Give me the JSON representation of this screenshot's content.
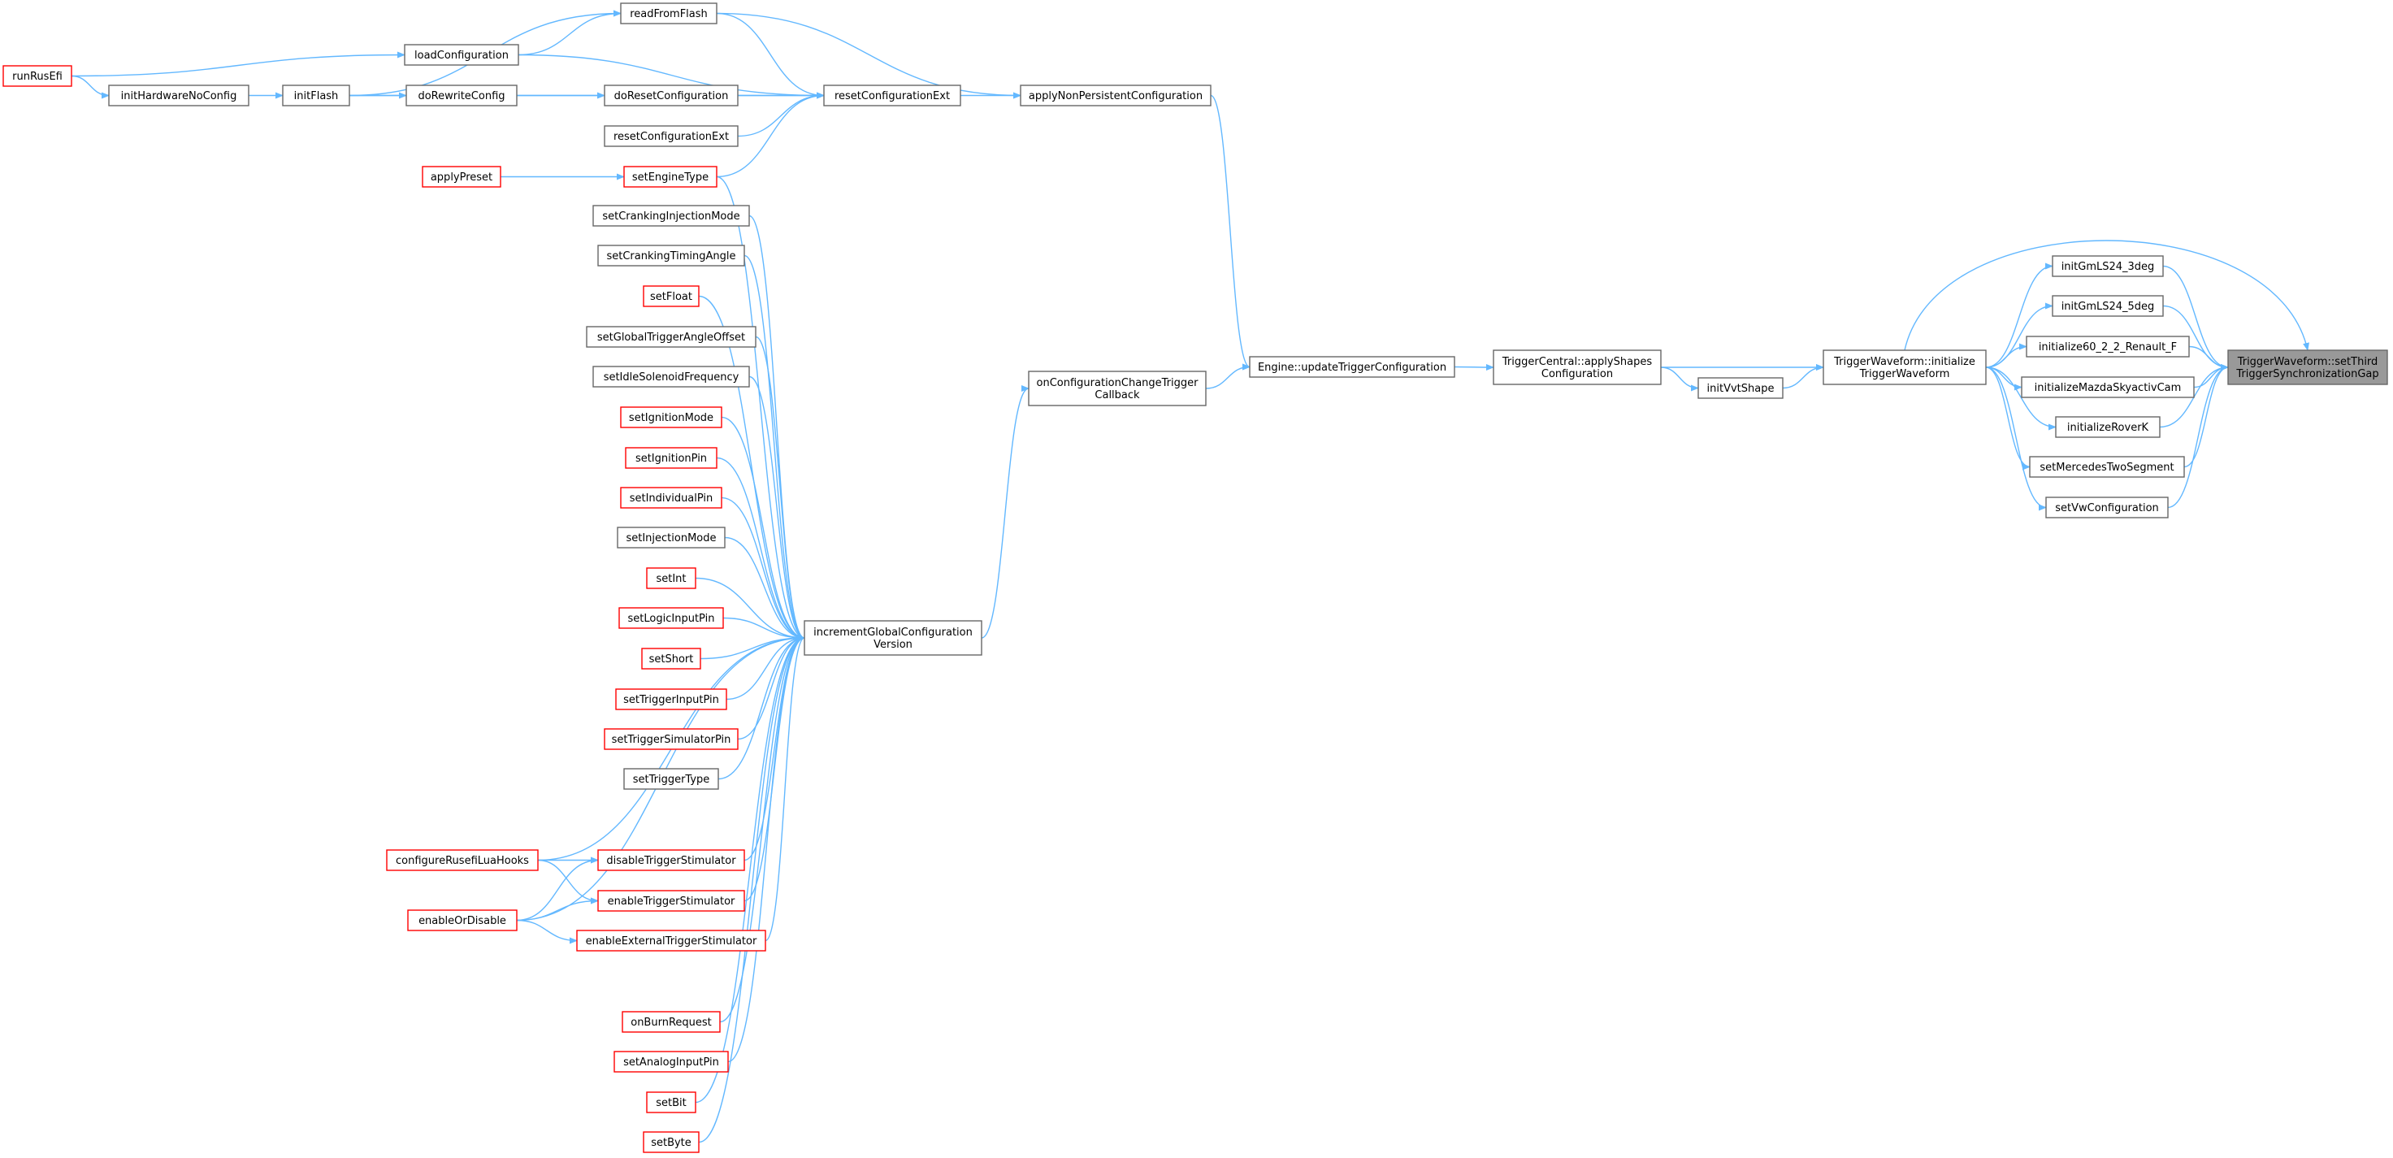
{
  "colors": {
    "edge": "#63b8ff",
    "node_border_normal": "#666666",
    "node_border_truncated": "#ff0000",
    "node_fill_normal": "#ffffff",
    "node_fill_root": "#999999",
    "text": "#000000"
  },
  "nodes": [
    {
      "id": "readFromFlash",
      "lines": [
        "readFromFlash"
      ],
      "style": "normal"
    },
    {
      "id": "runRusEfi",
      "lines": [
        "runRusEfi"
      ],
      "style": "truncated"
    },
    {
      "id": "loadConfiguration",
      "lines": [
        "loadConfiguration"
      ],
      "style": "normal"
    },
    {
      "id": "initHardwareNoConfig",
      "lines": [
        "initHardwareNoConfig"
      ],
      "style": "normal"
    },
    {
      "id": "initFlash",
      "lines": [
        "initFlash"
      ],
      "style": "normal"
    },
    {
      "id": "doRewriteConfig",
      "lines": [
        "doRewriteConfig"
      ],
      "style": "normal"
    },
    {
      "id": "doResetConfiguration",
      "lines": [
        "doResetConfiguration"
      ],
      "style": "normal"
    },
    {
      "id": "resetConfigurationExt_main",
      "lines": [
        "resetConfigurationExt"
      ],
      "style": "normal"
    },
    {
      "id": "resetConfigurationExt_alt",
      "lines": [
        "resetConfigurationExt"
      ],
      "style": "normal"
    },
    {
      "id": "applyNonPersistentConfiguration",
      "lines": [
        "applyNonPersistentConfiguration"
      ],
      "style": "normal"
    },
    {
      "id": "applyPreset",
      "lines": [
        "applyPreset"
      ],
      "style": "truncated"
    },
    {
      "id": "setEngineType",
      "lines": [
        "setEngineType"
      ],
      "style": "truncated"
    },
    {
      "id": "setCrankingInjectionMode",
      "lines": [
        "setCrankingInjectionMode"
      ],
      "style": "normal"
    },
    {
      "id": "setCrankingTimingAngle",
      "lines": [
        "setCrankingTimingAngle"
      ],
      "style": "normal"
    },
    {
      "id": "setFloat",
      "lines": [
        "setFloat"
      ],
      "style": "truncated"
    },
    {
      "id": "setGlobalTriggerAngleOffset",
      "lines": [
        "setGlobalTriggerAngleOffset"
      ],
      "style": "normal"
    },
    {
      "id": "setIdleSolenoidFrequency",
      "lines": [
        "setIdleSolenoidFrequency"
      ],
      "style": "normal"
    },
    {
      "id": "setIgnitionMode",
      "lines": [
        "setIgnitionMode"
      ],
      "style": "truncated"
    },
    {
      "id": "setIgnitionPin",
      "lines": [
        "setIgnitionPin"
      ],
      "style": "truncated"
    },
    {
      "id": "setIndividualPin",
      "lines": [
        "setIndividualPin"
      ],
      "style": "truncated"
    },
    {
      "id": "setInjectionMode",
      "lines": [
        "setInjectionMode"
      ],
      "style": "normal"
    },
    {
      "id": "setInt",
      "lines": [
        "setInt"
      ],
      "style": "truncated"
    },
    {
      "id": "setLogicInputPin",
      "lines": [
        "setLogicInputPin"
      ],
      "style": "truncated"
    },
    {
      "id": "setShort",
      "lines": [
        "setShort"
      ],
      "style": "truncated"
    },
    {
      "id": "setTriggerInputPin",
      "lines": [
        "setTriggerInputPin"
      ],
      "style": "truncated"
    },
    {
      "id": "setTriggerSimulatorPin",
      "lines": [
        "setTriggerSimulatorPin"
      ],
      "style": "truncated"
    },
    {
      "id": "setTriggerType",
      "lines": [
        "setTriggerType"
      ],
      "style": "normal"
    },
    {
      "id": "configureRusefiLuaHooks",
      "lines": [
        "configureRusefiLuaHooks"
      ],
      "style": "truncated"
    },
    {
      "id": "disableTriggerStimulator",
      "lines": [
        "disableTriggerStimulator"
      ],
      "style": "truncated"
    },
    {
      "id": "enableTriggerStimulator",
      "lines": [
        "enableTriggerStimulator"
      ],
      "style": "truncated"
    },
    {
      "id": "enableOrDisable",
      "lines": [
        "enableOrDisable"
      ],
      "style": "truncated"
    },
    {
      "id": "enableExternalTriggerStimulator",
      "lines": [
        "enableExternalTriggerStimulator"
      ],
      "style": "truncated"
    },
    {
      "id": "onBurnRequest",
      "lines": [
        "onBurnRequest"
      ],
      "style": "truncated"
    },
    {
      "id": "setAnalogInputPin",
      "lines": [
        "setAnalogInputPin"
      ],
      "style": "truncated"
    },
    {
      "id": "setBit",
      "lines": [
        "setBit"
      ],
      "style": "truncated"
    },
    {
      "id": "setByte",
      "lines": [
        "setByte"
      ],
      "style": "truncated"
    },
    {
      "id": "incrementGlobalConfigurationVersion",
      "lines": [
        "incrementGlobalConfiguration",
        "Version"
      ],
      "style": "normal"
    },
    {
      "id": "onConfigurationChangeTriggerCallback",
      "lines": [
        "onConfigurationChangeTrigger",
        "Callback"
      ],
      "style": "normal"
    },
    {
      "id": "updateTriggerConfiguration",
      "lines": [
        "Engine::updateTriggerConfiguration"
      ],
      "style": "normal"
    },
    {
      "id": "applyShapesConfiguration",
      "lines": [
        "TriggerCentral::applyShapes",
        "Configuration"
      ],
      "style": "normal"
    },
    {
      "id": "initVvtShape",
      "lines": [
        "initVvtShape"
      ],
      "style": "normal"
    },
    {
      "id": "initializeTriggerWaveform",
      "lines": [
        "TriggerWaveform::initialize",
        "TriggerWaveform"
      ],
      "style": "normal"
    },
    {
      "id": "initGmLS24_3deg",
      "lines": [
        "initGmLS24_3deg"
      ],
      "style": "normal"
    },
    {
      "id": "initGmLS24_5deg",
      "lines": [
        "initGmLS24_5deg"
      ],
      "style": "normal"
    },
    {
      "id": "initialize60_2_2_Renault_F",
      "lines": [
        "initialize60_2_2_Renault_F"
      ],
      "style": "normal"
    },
    {
      "id": "initializeMazdaSkyactivCam",
      "lines": [
        "initializeMazdaSkyactivCam"
      ],
      "style": "normal"
    },
    {
      "id": "initializeRoverK",
      "lines": [
        "initializeRoverK"
      ],
      "style": "normal"
    },
    {
      "id": "setMercedesTwoSegment",
      "lines": [
        "setMercedesTwoSegment"
      ],
      "style": "normal"
    },
    {
      "id": "setVwConfiguration",
      "lines": [
        "setVwConfiguration"
      ],
      "style": "normal"
    },
    {
      "id": "setThirdTriggerSynchronizationGap",
      "lines": [
        "TriggerWaveform::setThird",
        "TriggerSynchronizationGap"
      ],
      "style": "root"
    }
  ],
  "edges": [
    {
      "from": "setThirdTriggerSynchronizationGap",
      "to": "initializeTriggerWaveform",
      "via": "arc-top"
    },
    {
      "from": "setThirdTriggerSynchronizationGap",
      "to": "initGmLS24_3deg"
    },
    {
      "from": "setThirdTriggerSynchronizationGap",
      "to": "initGmLS24_5deg"
    },
    {
      "from": "setThirdTriggerSynchronizationGap",
      "to": "initialize60_2_2_Renault_F"
    },
    {
      "from": "setThirdTriggerSynchronizationGap",
      "to": "initializeMazdaSkyactivCam"
    },
    {
      "from": "setThirdTriggerSynchronizationGap",
      "to": "initializeRoverK"
    },
    {
      "from": "setThirdTriggerSynchronizationGap",
      "to": "setMercedesTwoSegment"
    },
    {
      "from": "setThirdTriggerSynchronizationGap",
      "to": "setVwConfiguration"
    },
    {
      "from": "initGmLS24_3deg",
      "to": "initializeTriggerWaveform"
    },
    {
      "from": "initGmLS24_5deg",
      "to": "initializeTriggerWaveform"
    },
    {
      "from": "initialize60_2_2_Renault_F",
      "to": "initializeTriggerWaveform"
    },
    {
      "from": "initializeMazdaSkyactivCam",
      "to": "initializeTriggerWaveform"
    },
    {
      "from": "initializeRoverK",
      "to": "initializeTriggerWaveform"
    },
    {
      "from": "setMercedesTwoSegment",
      "to": "initializeTriggerWaveform"
    },
    {
      "from": "setVwConfiguration",
      "to": "initializeTriggerWaveform"
    },
    {
      "from": "initializeTriggerWaveform",
      "to": "applyShapesConfiguration"
    },
    {
      "from": "initializeTriggerWaveform",
      "to": "initVvtShape"
    },
    {
      "from": "initVvtShape",
      "to": "applyShapesConfiguration"
    },
    {
      "from": "applyShapesConfiguration",
      "to": "updateTriggerConfiguration"
    },
    {
      "from": "updateTriggerConfiguration",
      "to": "applyNonPersistentConfiguration"
    },
    {
      "from": "updateTriggerConfiguration",
      "to": "onConfigurationChangeTriggerCallback"
    },
    {
      "from": "applyNonPersistentConfiguration",
      "to": "readFromFlash"
    },
    {
      "from": "applyNonPersistentConfiguration",
      "to": "resetConfigurationExt_main"
    },
    {
      "from": "resetConfigurationExt_main",
      "to": "readFromFlash"
    },
    {
      "from": "resetConfigurationExt_main",
      "to": "loadConfiguration"
    },
    {
      "from": "resetConfigurationExt_main",
      "to": "doResetConfiguration"
    },
    {
      "from": "resetConfigurationExt_main",
      "to": "initFlash"
    },
    {
      "from": "resetConfigurationExt_main",
      "to": "resetConfigurationExt_alt"
    },
    {
      "from": "resetConfigurationExt_main",
      "to": "setEngineType"
    },
    {
      "from": "readFromFlash",
      "to": "loadConfiguration"
    },
    {
      "from": "readFromFlash",
      "to": "initFlash"
    },
    {
      "from": "loadConfiguration",
      "to": "runRusEfi"
    },
    {
      "from": "doResetConfiguration",
      "to": "doRewriteConfig"
    },
    {
      "from": "doRewriteConfig",
      "to": "initFlash"
    },
    {
      "from": "initFlash",
      "to": "initHardwareNoConfig"
    },
    {
      "from": "initHardwareNoConfig",
      "to": "runRusEfi"
    },
    {
      "from": "setEngineType",
      "to": "applyPreset"
    },
    {
      "from": "onConfigurationChangeTriggerCallback",
      "to": "incrementGlobalConfigurationVersion"
    },
    {
      "from": "incrementGlobalConfigurationVersion",
      "to": "setEngineType"
    },
    {
      "from": "incrementGlobalConfigurationVersion",
      "to": "setCrankingInjectionMode"
    },
    {
      "from": "incrementGlobalConfigurationVersion",
      "to": "setCrankingTimingAngle"
    },
    {
      "from": "incrementGlobalConfigurationVersion",
      "to": "setFloat"
    },
    {
      "from": "incrementGlobalConfigurationVersion",
      "to": "setGlobalTriggerAngleOffset"
    },
    {
      "from": "incrementGlobalConfigurationVersion",
      "to": "setIdleSolenoidFrequency"
    },
    {
      "from": "incrementGlobalConfigurationVersion",
      "to": "setIgnitionMode"
    },
    {
      "from": "incrementGlobalConfigurationVersion",
      "to": "setIgnitionPin"
    },
    {
      "from": "incrementGlobalConfigurationVersion",
      "to": "setIndividualPin"
    },
    {
      "from": "incrementGlobalConfigurationVersion",
      "to": "setInjectionMode"
    },
    {
      "from": "incrementGlobalConfigurationVersion",
      "to": "setInt"
    },
    {
      "from": "incrementGlobalConfigurationVersion",
      "to": "setLogicInputPin"
    },
    {
      "from": "incrementGlobalConfigurationVersion",
      "to": "setShort"
    },
    {
      "from": "incrementGlobalConfigurationVersion",
      "to": "setTriggerInputPin"
    },
    {
      "from": "incrementGlobalConfigurationVersion",
      "to": "setTriggerSimulatorPin"
    },
    {
      "from": "incrementGlobalConfigurationVersion",
      "to": "setTriggerType"
    },
    {
      "from": "incrementGlobalConfigurationVersion",
      "to": "configureRusefiLuaHooks"
    },
    {
      "from": "incrementGlobalConfigurationVersion",
      "to": "disableTriggerStimulator"
    },
    {
      "from": "incrementGlobalConfigurationVersion",
      "to": "enableTriggerStimulator"
    },
    {
      "from": "incrementGlobalConfigurationVersion",
      "to": "enableOrDisable"
    },
    {
      "from": "incrementGlobalConfigurationVersion",
      "to": "enableExternalTriggerStimulator"
    },
    {
      "from": "incrementGlobalConfigurationVersion",
      "to": "onBurnRequest"
    },
    {
      "from": "incrementGlobalConfigurationVersion",
      "to": "setAnalogInputPin"
    },
    {
      "from": "incrementGlobalConfigurationVersion",
      "to": "setBit"
    },
    {
      "from": "incrementGlobalConfigurationVersion",
      "to": "setByte"
    },
    {
      "from": "disableTriggerStimulator",
      "to": "configureRusefiLuaHooks"
    },
    {
      "from": "disableTriggerStimulator",
      "to": "enableOrDisable"
    },
    {
      "from": "enableTriggerStimulator",
      "to": "configureRusefiLuaHooks"
    },
    {
      "from": "enableTriggerStimulator",
      "to": "enableOrDisable"
    },
    {
      "from": "enableExternalTriggerStimulator",
      "to": "enableOrDisable"
    }
  ]
}
